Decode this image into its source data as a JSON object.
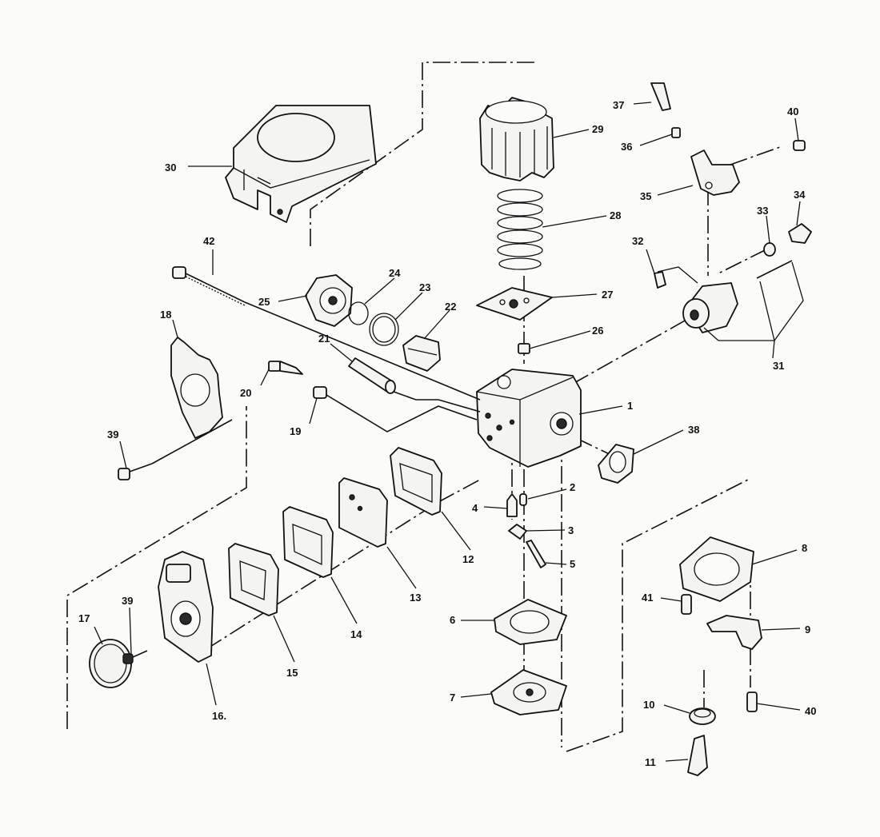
{
  "diagram": {
    "part_labels": [
      "1",
      "2",
      "3",
      "4",
      "5",
      "6",
      "7",
      "8",
      "9",
      "10",
      "11",
      "12",
      "13",
      "14",
      "15",
      "16.",
      "17",
      "18",
      "19",
      "20",
      "21",
      "22",
      "23",
      "24",
      "25",
      "26",
      "27",
      "28",
      "29",
      "30",
      "31",
      "32",
      "33",
      "34",
      "35",
      "36",
      "37",
      "38",
      "39",
      "39",
      "40",
      "40",
      "41",
      "42"
    ]
  },
  "colors": {
    "ink": "#111111",
    "paper": "#fbfbfa"
  }
}
